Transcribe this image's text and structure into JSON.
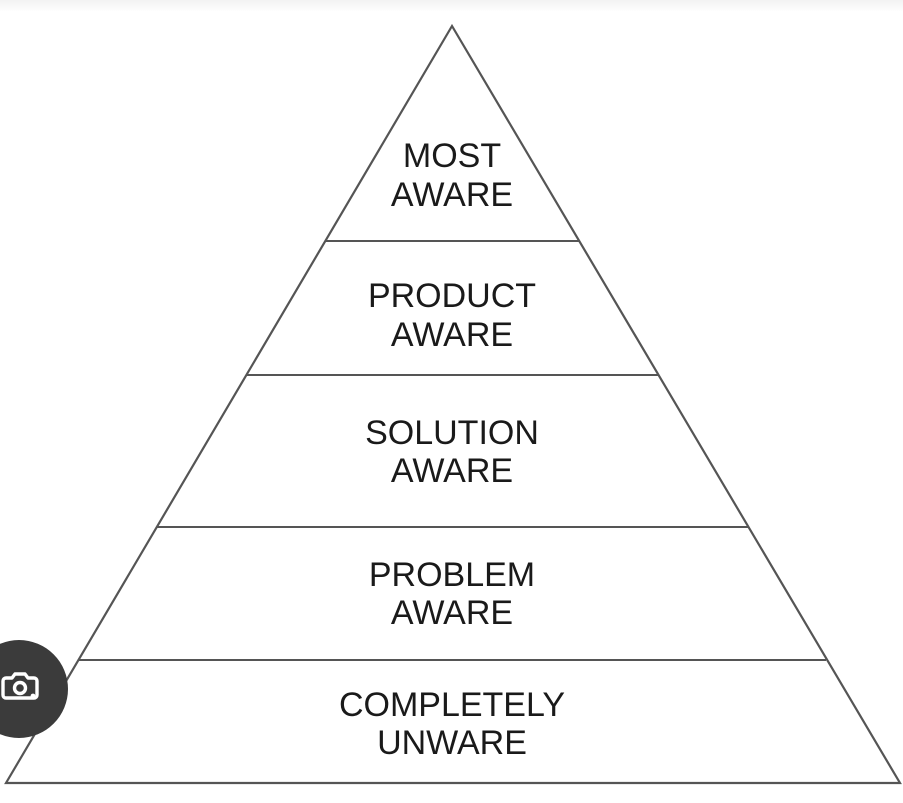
{
  "pyramid": {
    "tiers": [
      {
        "lines": [
          "MOST",
          "AWARE"
        ]
      },
      {
        "lines": [
          "PRODUCT",
          "AWARE"
        ]
      },
      {
        "lines": [
          "SOLUTION",
          "AWARE"
        ]
      },
      {
        "lines": [
          "PROBLEM",
          "AWARE"
        ]
      },
      {
        "lines": [
          "COMPLETELY",
          "UNWARE"
        ]
      }
    ]
  },
  "icons": {
    "lens": "google-lens-icon"
  },
  "colors": {
    "stroke": "#555555",
    "text": "#1a1a1a",
    "lens_bg": "#3b3b3b",
    "lens_fg": "#ffffff"
  }
}
